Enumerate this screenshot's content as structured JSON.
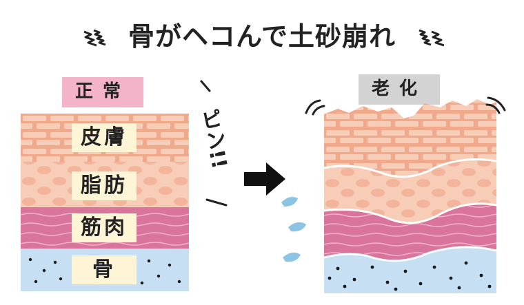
{
  "title": "骨がヘコんで土砂崩れ",
  "normal": {
    "tag": "正常",
    "layers": [
      "皮膚",
      "脂肪",
      "筋肉",
      "骨"
    ]
  },
  "aged": {
    "tag": "老化"
  },
  "sound": "ピン!!",
  "colors": {
    "skin": "#f0a98a",
    "skin_brick": "#f7cdb7",
    "fat": "#f7cdb8",
    "fat_cell": "#f2b59b",
    "muscle": "#d9759d",
    "muscle_line": "#f2b2c9",
    "bone": "#c6dff2",
    "dot": "#1b1b1b",
    "drop": "#8cc4e4"
  }
}
